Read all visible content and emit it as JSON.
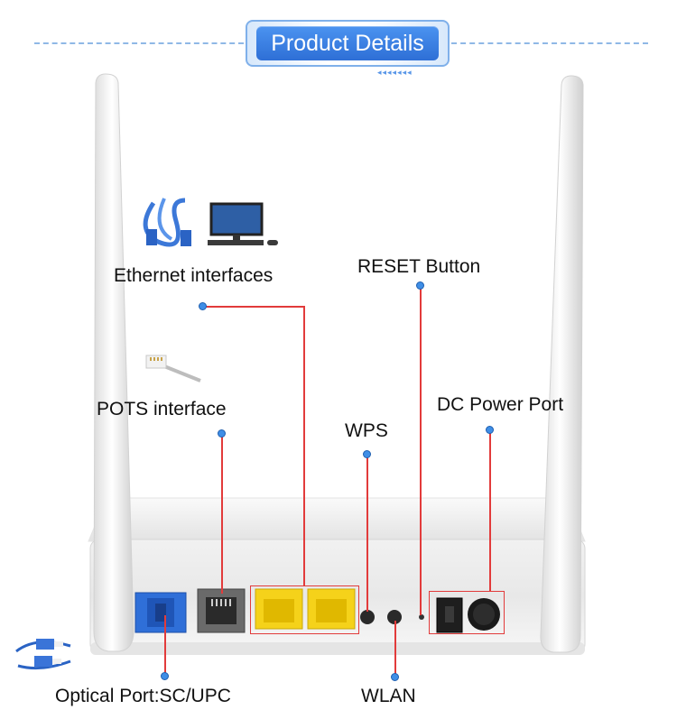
{
  "header": {
    "title": "Product Details"
  },
  "labels": {
    "ethernet": "Ethernet interfaces",
    "reset": "RESET Button",
    "pots": "POTS interface",
    "dc_power": "DC Power Port",
    "wps": "WPS",
    "optical": "Optical Port:SC/UPC",
    "wlan": "WLAN"
  },
  "colors": {
    "accent": "#2e6fd6",
    "callout_line": "#e23b3b",
    "dot": "#3f8ee6",
    "ethernet_port": "#f5d21a",
    "optical_port": "#2f6fd8"
  }
}
